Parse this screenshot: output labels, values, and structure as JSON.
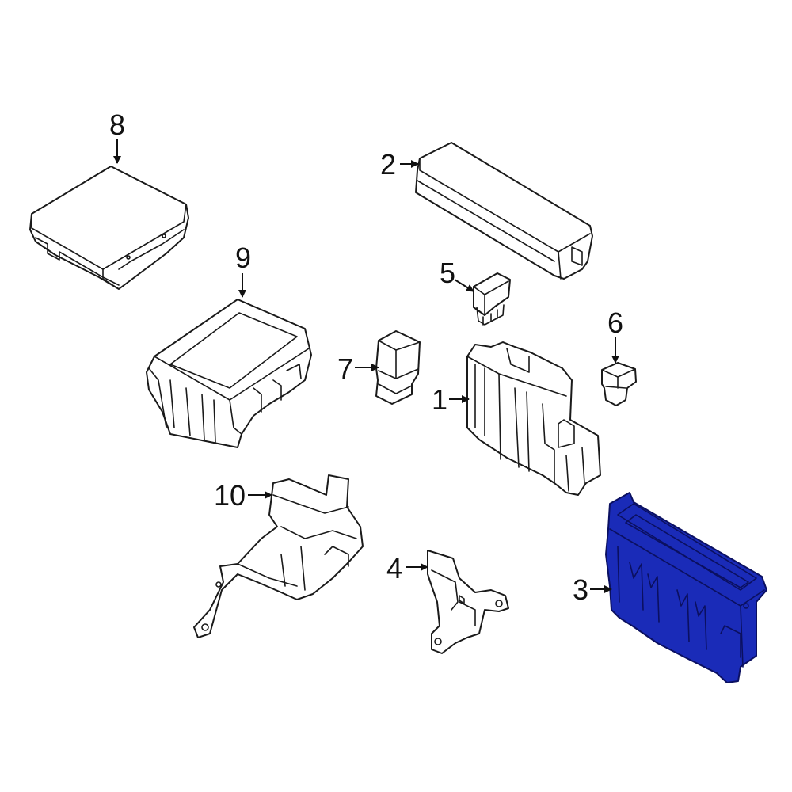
{
  "diagram": {
    "highlight_color": "#1a2bb8",
    "line_color": "#1a1a1a",
    "callouts": [
      {
        "id": "1",
        "label": "1"
      },
      {
        "id": "2",
        "label": "2"
      },
      {
        "id": "3",
        "label": "3"
      },
      {
        "id": "4",
        "label": "4"
      },
      {
        "id": "5",
        "label": "5"
      },
      {
        "id": "6",
        "label": "6"
      },
      {
        "id": "7",
        "label": "7"
      },
      {
        "id": "8",
        "label": "8"
      },
      {
        "id": "9",
        "label": "9"
      },
      {
        "id": "10",
        "label": "10"
      }
    ],
    "highlighted_part": "3"
  }
}
